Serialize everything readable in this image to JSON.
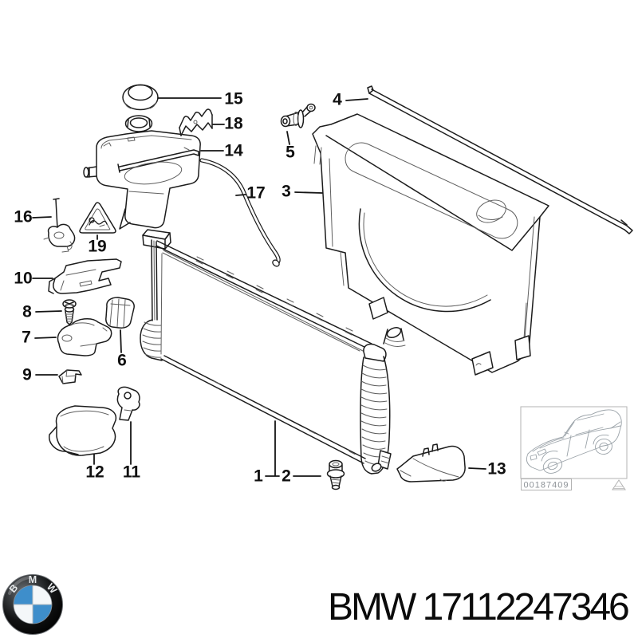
{
  "page": {
    "background_color": "#ffffff",
    "line_color": "#1c1c1c"
  },
  "diagram": {
    "type": "exploded-parts-diagram",
    "callout_labels": [
      "15",
      "18",
      "14",
      "5",
      "4",
      "3",
      "17",
      "16",
      "19",
      "10",
      "8",
      "7",
      "6",
      "9",
      "12",
      "11",
      "1",
      "2",
      "13"
    ]
  },
  "thumbnail": {
    "image_id": "00187409"
  },
  "logo": {
    "brand_letters": [
      "B",
      "M",
      "W"
    ],
    "roundel_blue": "#3e8ecb",
    "roundel_white": "#f4f7f9"
  },
  "footer": {
    "title": "BMW 17112247346"
  }
}
